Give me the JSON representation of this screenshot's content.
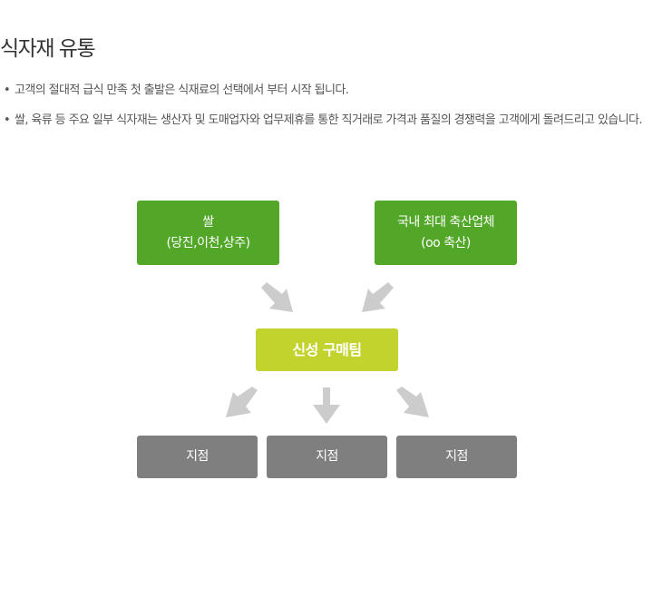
{
  "page": {
    "title": "식자재 유통",
    "bullets": [
      "고객의 절대적 급식 만족 첫 출발은 식재료의 선택에서 부터 시작 됩니다.",
      "쌀, 육류 등 주요 일부 식자재는 생산자 및 도매업자와 업무제휴를 통한 직거래로 가격과 품질의 경쟁력을 고객에게 돌려드리고 있습니다."
    ],
    "bullet_symbol": "•"
  },
  "diagram": {
    "suppliers": [
      {
        "line1": "쌀",
        "line2": "(당진,이천,상주)"
      },
      {
        "line1": "국내 최대 축산업체",
        "line2": "(oo 축산)"
      }
    ],
    "center": {
      "label": "신성 구매팀"
    },
    "branches": [
      {
        "label": "지점"
      },
      {
        "label": "지점"
      },
      {
        "label": "지점"
      }
    ],
    "colors": {
      "supplier": "#52a728",
      "center": "#c2d32e",
      "branch": "#7f7f7f",
      "arrow": "#cccccc"
    }
  }
}
